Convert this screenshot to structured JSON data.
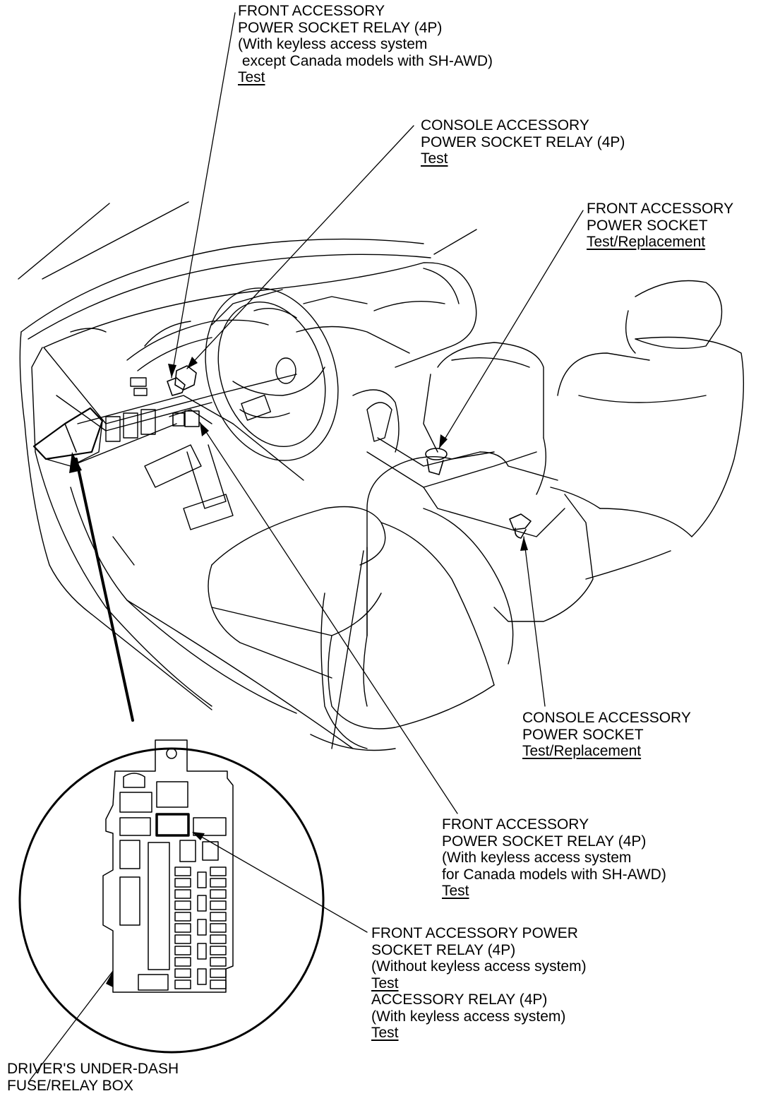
{
  "callouts": {
    "front_relay_keyless": {
      "line1": "FRONT ACCESSORY",
      "line2": "POWER SOCKET RELAY (4P)",
      "line3": "(With keyless access system",
      "line4": " except Canada models with SH-AWD)",
      "link": "Test"
    },
    "console_relay": {
      "line1": "CONSOLE ACCESSORY",
      "line2": "POWER SOCKET RELAY (4P)",
      "link": "Test"
    },
    "front_socket": {
      "line1": "FRONT ACCESSORY",
      "line2": "POWER SOCKET",
      "link": "Test/Replacement"
    },
    "console_socket": {
      "line1": "CONSOLE ACCESSORY",
      "line2": "POWER SOCKET",
      "link": "Test/Replacement"
    },
    "front_relay_canada": {
      "line1": "FRONT ACCESSORY",
      "line2": "POWER SOCKET RELAY (4P)",
      "line3": "(With keyless access system",
      "line4": "for Canada models with SH-AWD)",
      "link": "Test"
    },
    "fuse_box_relays": {
      "line1": "FRONT ACCESSORY POWER",
      "line2": "SOCKET RELAY (4P)",
      "line3": "(Without keyless access system)",
      "link1": "Test",
      "line4": "ACCESSORY RELAY (4P)",
      "line5": "(With keyless access system)",
      "link2": "Test"
    },
    "fuse_box": {
      "line1": "DRIVER'S UNDER-DASH",
      "line2": "FUSE/RELAY BOX"
    }
  }
}
